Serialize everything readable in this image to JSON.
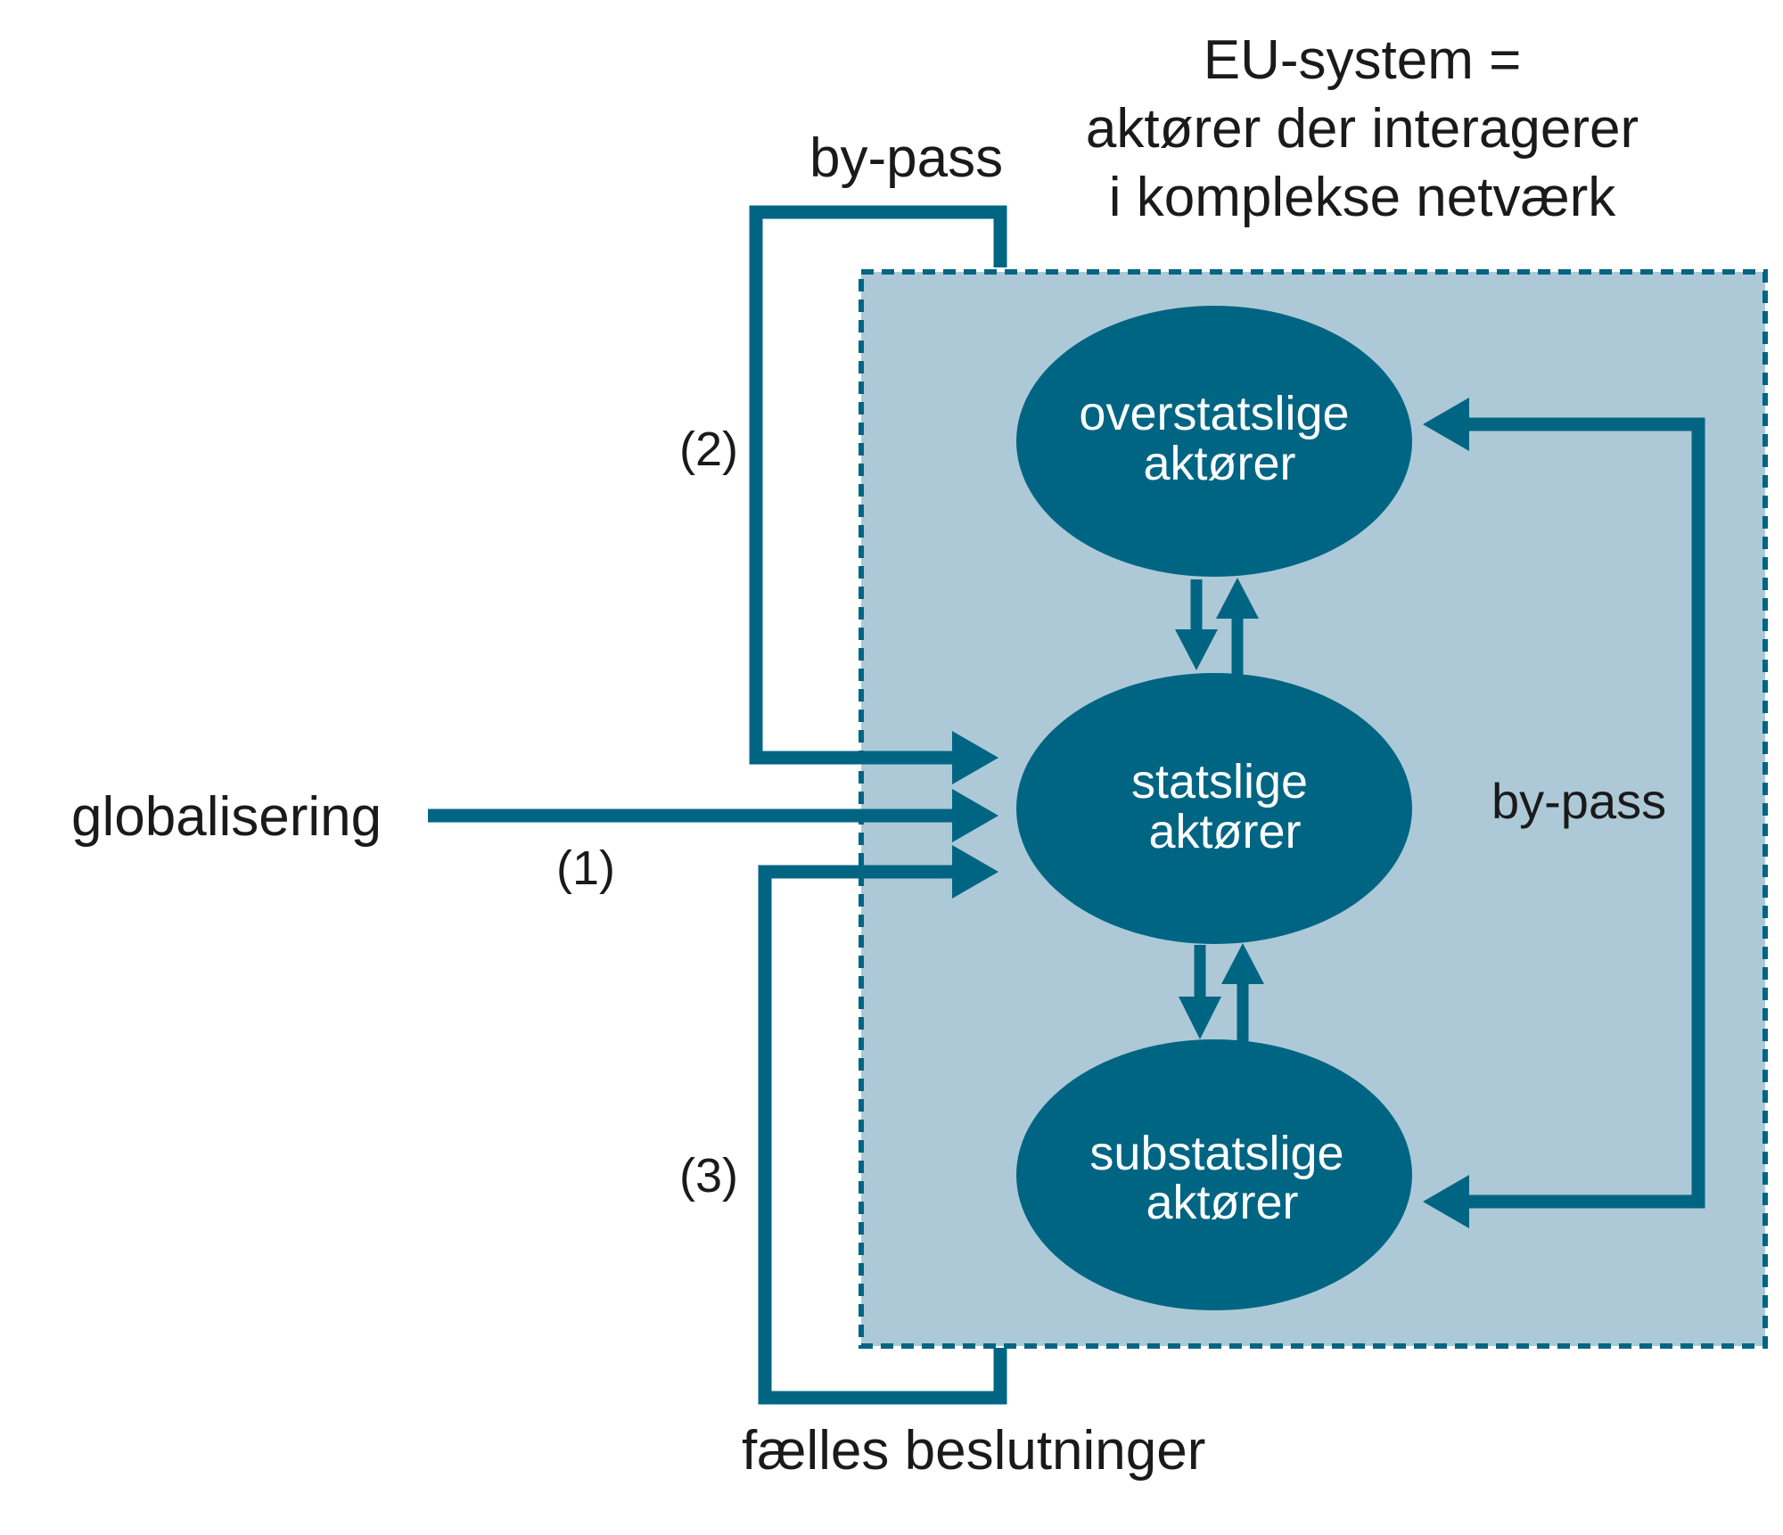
{
  "colors": {
    "accent": "#006583",
    "region_fill": "#adc9d7",
    "text": "#1a1a1a",
    "node_text": "#ffffff"
  },
  "system_title": {
    "line1": "EU-system =",
    "line2": "aktører der interagerer",
    "line3": "i komplekse netværk"
  },
  "nodes": {
    "top": {
      "line1": "overstatslige",
      "line2": "aktører"
    },
    "middle": {
      "line1": "statslige",
      "line2": "aktører"
    },
    "bottom": {
      "line1": "substatslige",
      "line2": "aktører"
    }
  },
  "labels": {
    "globalisering": "globalisering",
    "bypass_top": "by-pass",
    "bypass_right": "by-pass",
    "faelles": "fælles beslutninger",
    "path1": "(1)",
    "path2": "(2)",
    "path3": "(3)"
  }
}
